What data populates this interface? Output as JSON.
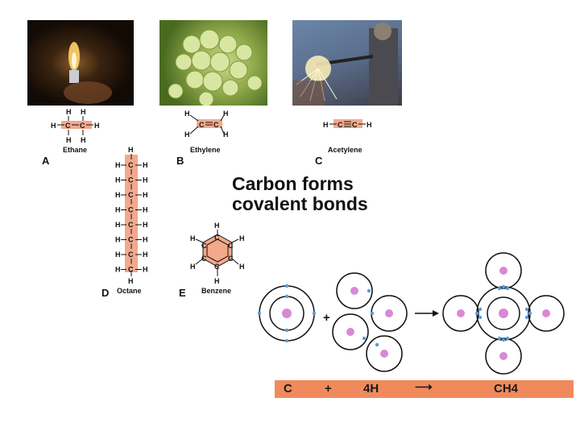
{
  "photos": {
    "lighter": "lighter flame",
    "grapes": "grapes",
    "welder": "welding torch"
  },
  "panels": {
    "a": {
      "letter": "A",
      "caption": "Ethane"
    },
    "b": {
      "letter": "B",
      "caption": "Ethylene"
    },
    "c": {
      "letter": "C",
      "caption": "Acetylene"
    },
    "d": {
      "letter": "D",
      "caption": "Octane"
    },
    "e": {
      "letter": "E",
      "caption": "Benzene"
    }
  },
  "title": {
    "line1": "Carbon forms",
    "line2": "covalent bonds"
  },
  "equation": {
    "c": "C",
    "plus": "+",
    "h": "4H",
    "arrow": "⟶",
    "product": "CH4"
  },
  "atom_labels": {
    "h": "H",
    "c": "C"
  },
  "colors": {
    "bond_highlight": "#f2a98c",
    "equation_bar": "#f08a5d",
    "nucleus": "#d889d6",
    "electron": "#5b9bd5"
  }
}
